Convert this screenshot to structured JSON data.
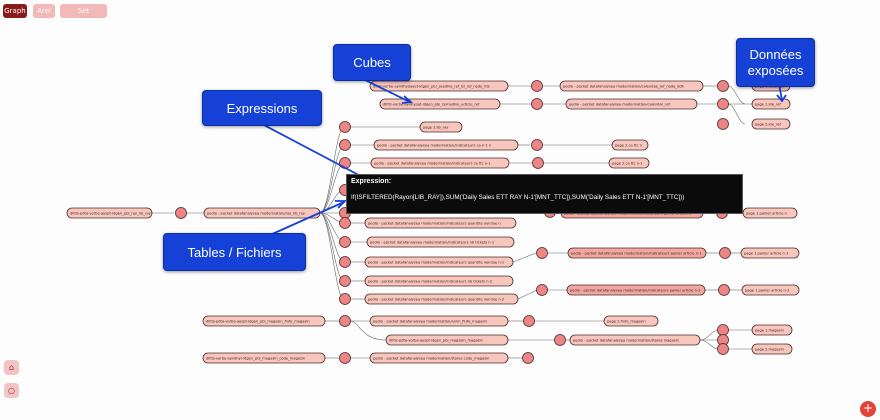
{
  "tabs": [
    "Graph",
    "Arel",
    "Set preferences"
  ],
  "callouts": {
    "cubes": "Cubes",
    "expressions": "Expressions",
    "tables": "Tables / Fichiers",
    "donnees": "Données exposées"
  },
  "tooltip": {
    "title": "Expression:",
    "body": "If(ISFILTERED(Rayon[LIB_RAY]),SUM('Daily Sales ETT RAY N-1'[MNT_TTC]),SUM('Daily Sales ETT N-1'[MNT_TTC]))"
  },
  "nodes": {
    "n1": "dlfds-vorbe-ayndhydayet-idgen_pbi_zeedhie_ref_isi_ref_node_fds",
    "n2": "pedio - pocket datafanalysea moderniation/calendae_ref_node_ddh",
    "n3": "pago 1.calendar",
    "n4": "dlfds-vorbe-aydhypet-idgen_pbi_zemadhie_article_ref",
    "n5": "pedio - pocket datafanalysea moderniation/calendar_ref",
    "n6": "page 1.ide_ref",
    "n7": "page 2.ide_ref",
    "n8": "page 2.lib_ray",
    "n9": "pedio - pocket datafanalysea moderniation/indicateurs ca n-1 n",
    "n10": "page 2.ca ttc n",
    "n11": "pedio - pocket datafanalysea moderniation/indicateurs ca ttc n-1",
    "n12": "page 2.ca ttc n-1",
    "n13": "dlfds-pdta-vorbe-ayspt-idgen_pbi_ray_lib_ray",
    "n14": "pedio - pocket datafanalysea moderniation/ray_lib_ray",
    "n15": "pedio - pocket datafanalysea moderniation/indicateurs quantite vendue n",
    "n16": "pedio - pocket datafanalysea moderniation/indicateurs panier article n",
    "n17": "page 1.panier article n",
    "n18": "pedio - pocket datafanalysea moderniation/indicateurs nb tickets n-1",
    "n19": "pedio - pocket datafanalysea moderniation/indicateurs quantite vendue n-1",
    "n20": "pedio - pocket datafanalysea moderniation/indicateurs panier article n-1",
    "n21": "page 1.panier article n-1",
    "n22": "pedio - pocket datafanalysea moderniation/indicateurs nb tickets n-2",
    "n23": "pedio - pocket datafanalysea moderniation/indicateurs quantite vendue n-2",
    "n24": "pedio - pocket datafanalysea moderniation/indicateurs panier article n-2",
    "n25": "page 1.panier article n-2",
    "n26": "dlfds-pdta-vorbe-ayspt-idgen_pbi_magasin_flufe_magasin",
    "n27": "pedio - pocket datafanalysea moderniation/anim_flufe_magasin",
    "n28": "page 2.flufe_magasin",
    "n29": "dlfds-pdta-vorbe-ayspt-idgen_pbi_magasin_magasin",
    "n30": "pedio - pocket datafanalysea moderniation/stores magasin",
    "n31": "page 1.magasin",
    "n32": "page 2.magasin",
    "n33": "dlfds-vorbe-ayndhyi-idgen_pbi_magasin_code_magasin",
    "n34": "pedio - pocket datafanalysea moderniation/stores code_magasin"
  }
}
